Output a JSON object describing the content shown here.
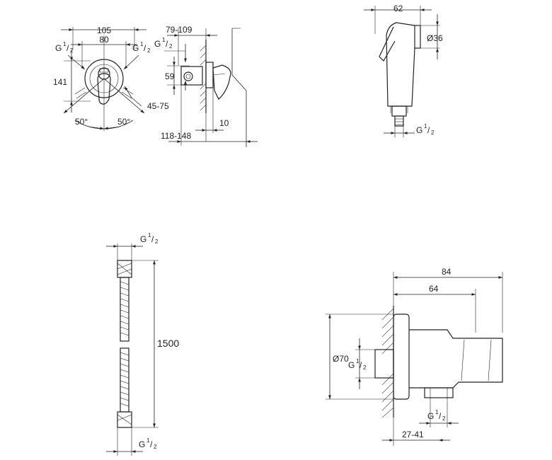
{
  "views": {
    "mixer": {
      "w105": "105",
      "w80": "80",
      "g_left": {
        "g": "G",
        "num": "1",
        "den": "2"
      },
      "g_right": {
        "g": "G",
        "num": "1",
        "den": "2"
      },
      "h141": "141",
      "a50_left": "50°",
      "a50_right": "50°",
      "r45_75": "45-75"
    },
    "mixer_side": {
      "d79_109": "79-109",
      "g": {
        "g": "G",
        "num": "1",
        "den": "2"
      },
      "h59": "59",
      "d10": "10",
      "d118_148": "118-148"
    },
    "handshower": {
      "w62": "62",
      "dia36": "Ø36",
      "g": {
        "g": "G",
        "num": "1",
        "den": "2"
      }
    },
    "hose": {
      "g_top": {
        "g": "G",
        "num": "1",
        "den": "2"
      },
      "length": "1500",
      "g_bottom": {
        "g": "G",
        "num": "1",
        "den": "2"
      }
    },
    "elbow": {
      "d84": "84",
      "d64": "64",
      "dia70": "Ø70",
      "g_left": {
        "g": "G",
        "num": "1",
        "den": "2"
      },
      "g_bottom": {
        "g": "G",
        "num": "1",
        "den": "2"
      },
      "d27_41": "27-41"
    }
  }
}
